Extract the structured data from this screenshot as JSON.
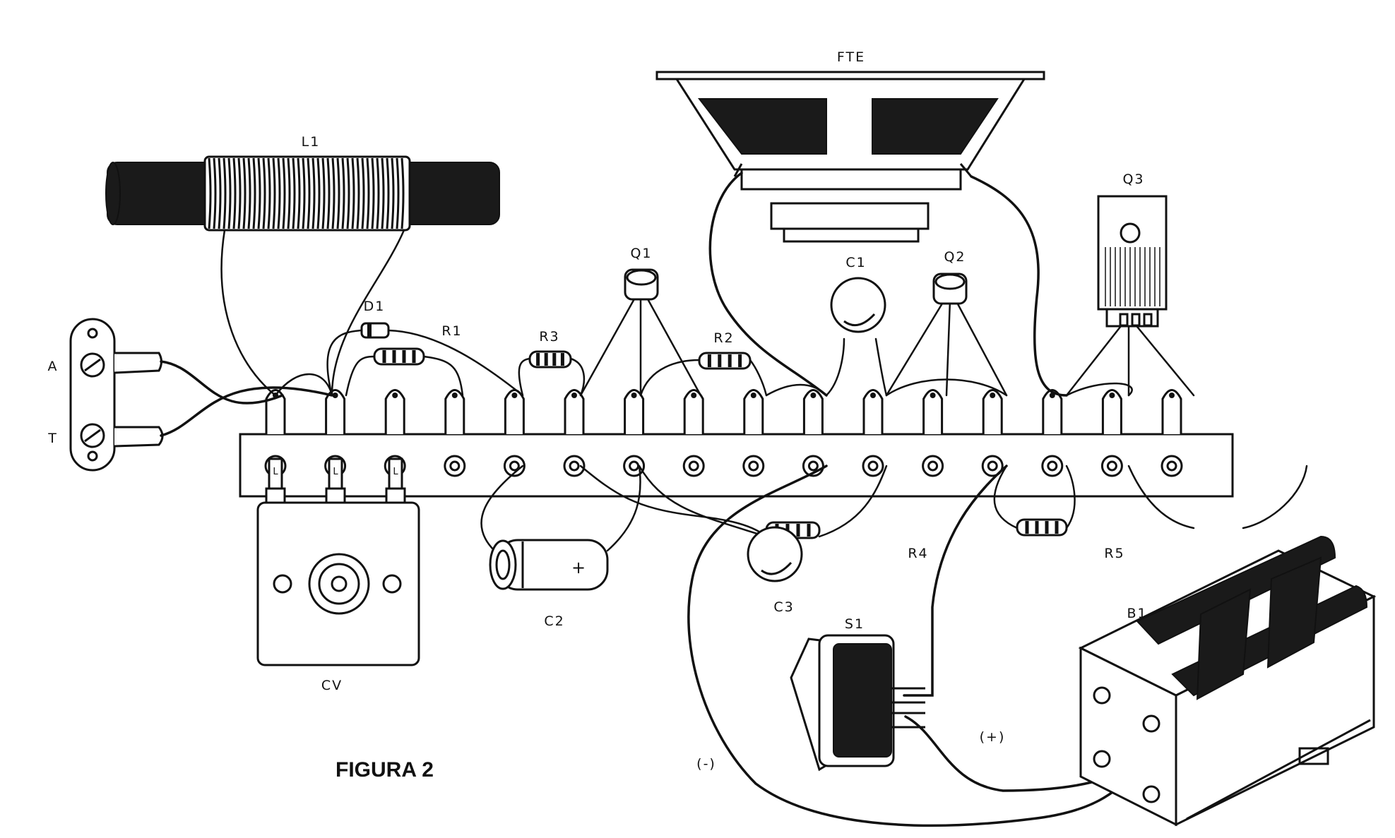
{
  "figure_title": "FIGURA 2",
  "labels": {
    "fte": "FTE",
    "l1": "L1",
    "q1": "Q1",
    "q2": "Q2",
    "q3": "Q3",
    "c1": "C1",
    "c2": "C2",
    "c3": "C3",
    "d1": "D1",
    "r1": "R1",
    "r2": "R2",
    "r3": "R3",
    "r4": "R4",
    "r5": "R5",
    "cv": "CV",
    "s1": "S1",
    "b1": "B1",
    "a": "A",
    "t": "T",
    "minus": "(-)",
    "plus": "(+)",
    "c2_polarity": "+"
  },
  "cv_pin_mark": "L",
  "colors": {
    "ink": "#111111",
    "paper": "#ffffff"
  }
}
